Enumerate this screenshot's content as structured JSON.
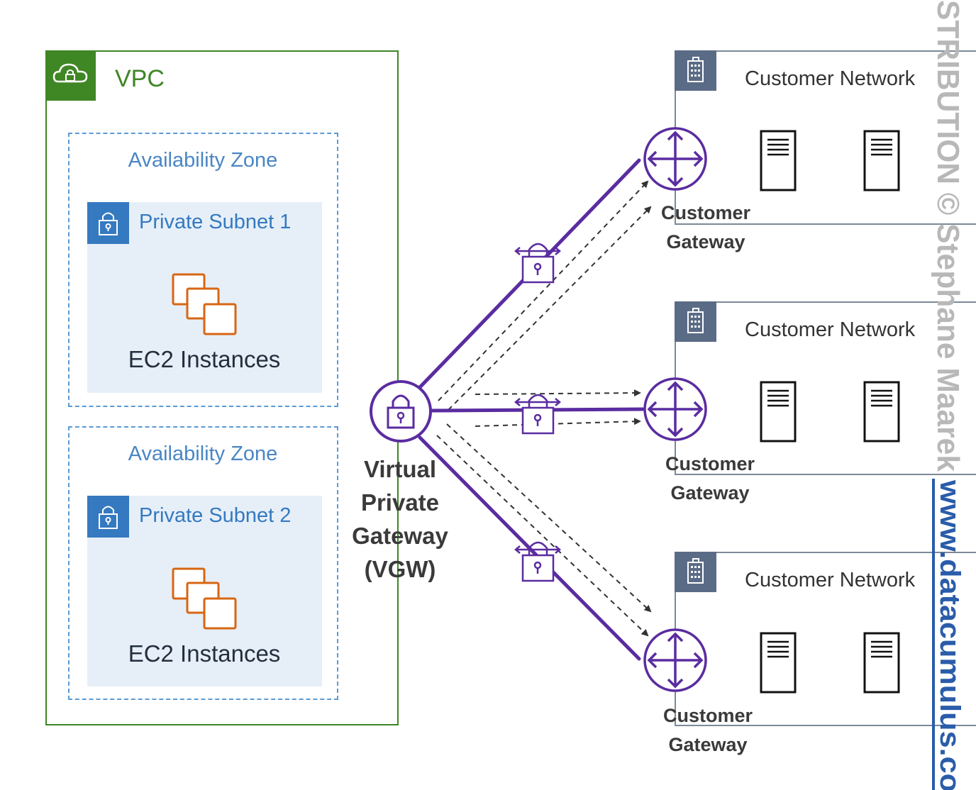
{
  "vpc": {
    "label": "VPC",
    "icon": "cloud-lock-icon",
    "border_color": "#3f8624"
  },
  "availability_zones": [
    {
      "label": "Availability Zone",
      "subnet": {
        "label": "Private Subnet 1",
        "icon": "lock-icon"
      },
      "instances": {
        "label": "EC2 Instances",
        "icon": "ec2-instances-icon"
      }
    },
    {
      "label": "Availability Zone",
      "subnet": {
        "label": "Private Subnet 2",
        "icon": "lock-icon"
      },
      "instances": {
        "label": "EC2 Instances",
        "icon": "ec2-instances-icon"
      }
    }
  ],
  "vgw": {
    "lines": [
      "Virtual",
      "Private",
      "Gateway",
      "(VGW)"
    ],
    "icon": "vpn-gateway-icon"
  },
  "customer_networks": [
    {
      "label": "Customer Network",
      "gateway_lines": [
        "Customer",
        "Gateway"
      ]
    },
    {
      "label": "Customer Network",
      "gateway_lines": [
        "Customer",
        "Gateway"
      ]
    },
    {
      "label": "Customer Network",
      "gateway_lines": [
        "Customer",
        "Gateway"
      ]
    }
  ],
  "watermarks": {
    "copyright": "STRIBUTION © Stephane Maarek",
    "website": "www.datacumulus.co"
  },
  "colors": {
    "vpc": "#3f8624",
    "subnet": "#3579c0",
    "tunnel": "#5a2ca0",
    "customer_network": "#5a6b86"
  }
}
